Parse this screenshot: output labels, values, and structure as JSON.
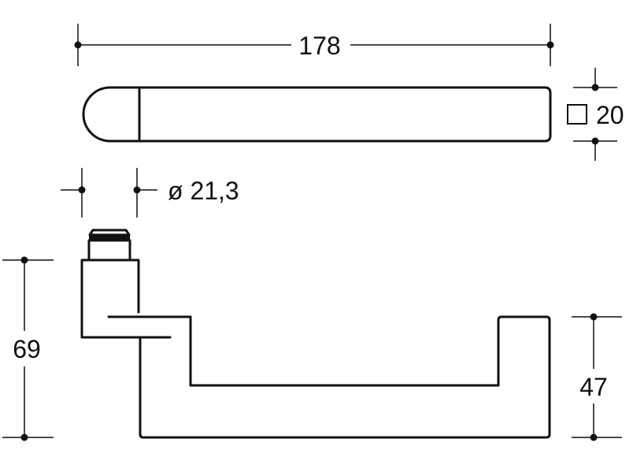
{
  "colors": {
    "line": "#111111",
    "background": "#ffffff"
  },
  "dimensions": {
    "length": "178",
    "square_size": "20",
    "diameter": "ø 21,3",
    "total_height": "69",
    "handle_height": "47"
  },
  "icons": {
    "square_symbol": "square-icon"
  }
}
